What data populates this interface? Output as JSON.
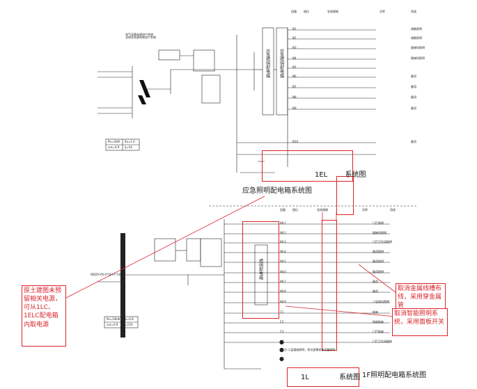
{
  "top_section": {
    "header_cols": [
      "回路",
      "相位",
      "导线规格",
      "功率",
      "用途"
    ],
    "mains_label": "电气设备电源进户系统\n总线及电源电缆进户系统",
    "title_1el": "1EL",
    "title_1el_suffix": "系统图",
    "caption": "应急照明配电箱系统图",
    "vbox1": "应急照明配电箱",
    "vbox2": "应急照明配电箱",
    "rows": [
      {
        "id": "N1",
        "use": "疏散照明"
      },
      {
        "id": "N2",
        "use": "疏散照明"
      },
      {
        "id": "N3",
        "use": "楼梯间照明"
      },
      {
        "id": "N4",
        "use": "楼梯间照明"
      },
      {
        "id": "N5",
        "use": ""
      },
      {
        "id": "N6",
        "use": "备用"
      },
      {
        "id": "N7",
        "use": "备用"
      },
      {
        "id": "N8",
        "use": "备用"
      },
      {
        "id": "N9",
        "use": "备用"
      },
      {
        "id": "N10",
        "use": "备用"
      }
    ],
    "load_table": {
      "Pe": "Pe=3kW",
      "Kx": "Kx=1.0",
      "cos": "cos=0.9",
      "Ijs": "Ij=5A"
    }
  },
  "bottom_section": {
    "header_cols": [
      "回路",
      "相位",
      "导线规格",
      "功率",
      "用途"
    ],
    "vbus_label": "照明配电箱",
    "feed_label": "WDZA-YJY-4*16+1*16",
    "rows": [
      {
        "id": "WL1",
        "use": "门厅照明"
      },
      {
        "id": "WL2",
        "use": "楼梯间照明"
      },
      {
        "id": "WL3",
        "use": "门厅卫生间照明"
      },
      {
        "id": "WL4",
        "use": "备用照明"
      },
      {
        "id": "WL5",
        "use": "备用照明"
      },
      {
        "id": "WL6",
        "use": "备用照明"
      },
      {
        "id": "WL7",
        "use": "备用"
      },
      {
        "id": "WL8",
        "use": "备用"
      },
      {
        "id": "WL9",
        "use": "二层排风照明"
      },
      {
        "id": "C1",
        "use": "插座"
      },
      {
        "id": "C2",
        "use": "插座插座"
      },
      {
        "id": "C3",
        "use": "门厅插座"
      },
      {
        "id": "C4",
        "use": "门厅卫生间插座"
      }
    ],
    "load_table": {
      "Pe": "Pe=10kW",
      "Kx": "Kx=0.8",
      "cos": "cos=0.9",
      "Ijs": "Ij=15A"
    },
    "title_1l": "1L",
    "title_1l_suffix": "系统图",
    "caption": "1F照明配电箱系统图",
    "footnote": "注:二层插座照明，如位面需安装设备照明"
  },
  "annotations": {
    "note_left": "原土建图未预留相关电源，可从1LC、1ELC配电箱内取电源",
    "note_right_1": "取消金属线槽布线，采用穿金属管",
    "note_right_2": "取消智能照明系统，采用面板开关",
    "accent_color": "#d9232a"
  }
}
